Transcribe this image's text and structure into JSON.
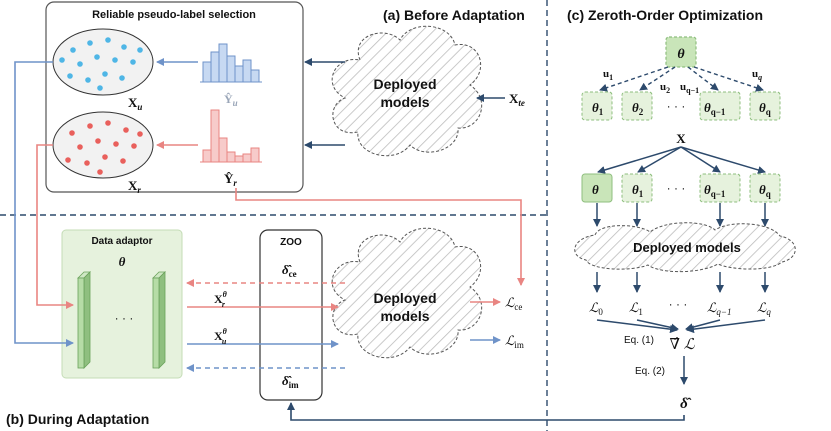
{
  "sections": {
    "before": "(a) Before Adaptation",
    "during": "(b) During Adaptation",
    "zoo_opt": "(c) Zeroth-Order Optimization"
  },
  "selection_box": {
    "title": "Reliable pseudo-label selection"
  },
  "labels": {
    "xu": "X",
    "xu_sub": "u",
    "xr": "X",
    "xr_sub": "r",
    "yu": "Ŷ",
    "yu_sub": "u",
    "yr": "Ŷ",
    "yr_sub": "r",
    "xte": "X",
    "xte_sub": "te"
  },
  "deployed_models": [
    "Deployed",
    "models"
  ],
  "data_adaptor": {
    "title": "Data adaptor",
    "theta": "θ",
    "dots": "· · ·"
  },
  "zoo_box": {
    "title": "ZOO",
    "delta_ce": "δ̂",
    "delta_ce_sub": "ce",
    "delta_im": "δ̂",
    "delta_im_sub": "im"
  },
  "during_labels": {
    "xr_theta": "X",
    "xr_theta_sup": "θ",
    "xr_theta_sub": "r",
    "xu_theta": "X",
    "xu_theta_sup": "θ",
    "xu_theta_sub": "u",
    "loss_ce": "ℒ",
    "loss_ce_sub": "ce",
    "loss_im": "ℒ",
    "loss_im_sub": "im"
  },
  "zoo_panel": {
    "theta_top": "θ",
    "perturbed": [
      {
        "main": "θ",
        "sub": "1"
      },
      {
        "main": "θ",
        "sub": "2"
      },
      {
        "main": "· · ·",
        "sub": ""
      },
      {
        "main": "θ",
        "sub": "q−1"
      },
      {
        "main": "θ",
        "sub": "q"
      }
    ],
    "directions": [
      {
        "main": "u",
        "sub": "1"
      },
      {
        "main": "u",
        "sub": "2"
      },
      {
        "main": "u",
        "sub": "q−1"
      },
      {
        "main": "u",
        "sub": "q"
      }
    ],
    "x_label": "X",
    "row2": [
      {
        "main": "θ",
        "sub": ""
      },
      {
        "main": "θ",
        "sub": "1"
      },
      {
        "main": "· · ·",
        "sub": ""
      },
      {
        "main": "θ",
        "sub": "q−1"
      },
      {
        "main": "θ",
        "sub": "q"
      }
    ],
    "deployed": "Deployed models",
    "losses": [
      {
        "main": "ℒ",
        "sub": "0"
      },
      {
        "main": "ℒ",
        "sub": "1"
      },
      {
        "main": "· · ·",
        "sub": ""
      },
      {
        "main": "ℒ",
        "sub": "q−1"
      },
      {
        "main": "ℒ",
        "sub": "q"
      }
    ],
    "grad": "∇̂ ℒ",
    "eq1": "Eq. (1)",
    "eq2": "Eq. (2)",
    "delta": "δ̂"
  },
  "colors": {
    "blue": "#6f93c9",
    "red": "#e98582",
    "navy": "#2d4a6c",
    "green_fill": "#e6f2dd",
    "green_edge": "#8fbf7f"
  }
}
